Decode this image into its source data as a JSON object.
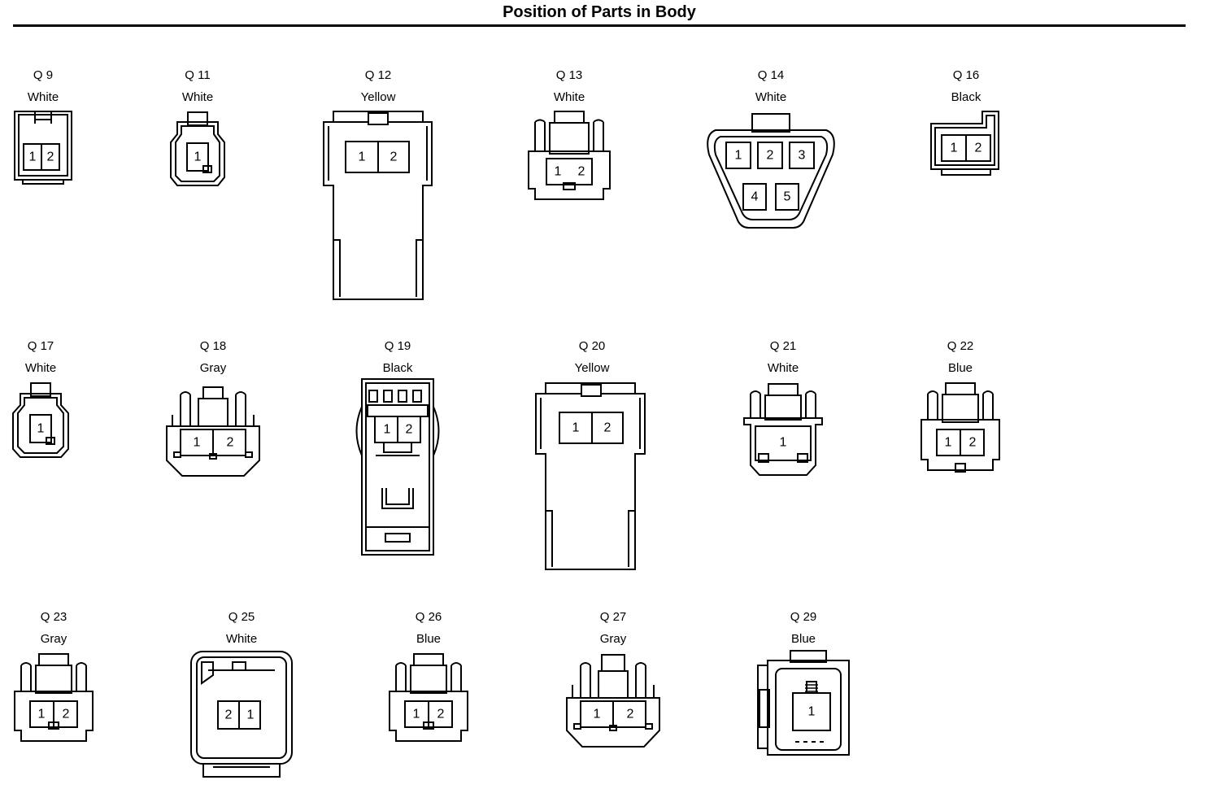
{
  "title": "Position of Parts in Body",
  "connectors": [
    {
      "id": "Q 9",
      "color": "White",
      "pins": [
        "1",
        "2"
      ]
    },
    {
      "id": "Q 11",
      "color": "White",
      "pins": [
        "1"
      ]
    },
    {
      "id": "Q 12",
      "color": "Yellow",
      "pins": [
        "1",
        "2"
      ]
    },
    {
      "id": "Q 13",
      "color": "White",
      "pins": [
        "1",
        "2"
      ]
    },
    {
      "id": "Q 14",
      "color": "White",
      "pins": [
        "1",
        "2",
        "3",
        "4",
        "5"
      ]
    },
    {
      "id": "Q 16",
      "color": "Black",
      "pins": [
        "1",
        "2"
      ]
    },
    {
      "id": "Q 17",
      "color": "White",
      "pins": [
        "1"
      ]
    },
    {
      "id": "Q 18",
      "color": "Gray",
      "pins": [
        "1",
        "2"
      ]
    },
    {
      "id": "Q 19",
      "color": "Black",
      "pins": [
        "1",
        "2"
      ]
    },
    {
      "id": "Q 20",
      "color": "Yellow",
      "pins": [
        "1",
        "2"
      ]
    },
    {
      "id": "Q 21",
      "color": "White",
      "pins": [
        "1"
      ]
    },
    {
      "id": "Q 22",
      "color": "Blue",
      "pins": [
        "1",
        "2"
      ]
    },
    {
      "id": "Q 23",
      "color": "Gray",
      "pins": [
        "1",
        "2"
      ]
    },
    {
      "id": "Q 25",
      "color": "White",
      "pins": [
        "2",
        "1"
      ]
    },
    {
      "id": "Q 26",
      "color": "Blue",
      "pins": [
        "1",
        "2"
      ]
    },
    {
      "id": "Q 27",
      "color": "Gray",
      "pins": [
        "1",
        "2"
      ]
    },
    {
      "id": "Q 29",
      "color": "Blue",
      "pins": [
        "1"
      ]
    }
  ]
}
